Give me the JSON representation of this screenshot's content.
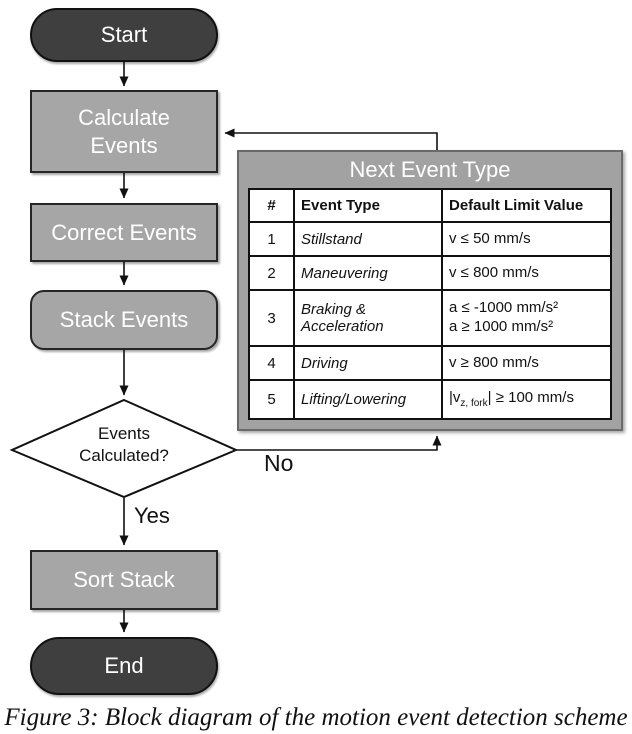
{
  "figure": {
    "caption": "Figure 3: Block diagram of the motion event detection scheme"
  },
  "flowchart": {
    "nodes": {
      "start": {
        "label": "Start"
      },
      "calculate": {
        "label": "Calculate\nEvents"
      },
      "correct": {
        "label": "Correct Events"
      },
      "stack": {
        "label": "Stack Events"
      },
      "decision": {
        "label": "Events\nCalculated?"
      },
      "sort": {
        "label": "Sort Stack"
      },
      "end": {
        "label": "End"
      }
    },
    "edge_labels": {
      "yes": "Yes",
      "no": "No"
    }
  },
  "table": {
    "title": "Next Event Type",
    "columns": [
      "#",
      "Event Type",
      "Default Limit Value"
    ],
    "rows": [
      {
        "num": "1",
        "event_type": "Stillstand",
        "limit_lines": [
          [
            {
              "t": "v ≤ 50 mm/s"
            }
          ]
        ]
      },
      {
        "num": "2",
        "event_type": "Maneuvering",
        "limit_lines": [
          [
            {
              "t": "v ≤ 800 mm/s"
            }
          ]
        ]
      },
      {
        "num": "3",
        "event_type": "Braking &\nAcceleration",
        "limit_lines": [
          [
            {
              "t": "a ≤ -1000 mm/s²"
            }
          ],
          [
            {
              "t": "a ≥ 1000 mm/s²"
            }
          ]
        ]
      },
      {
        "num": "4",
        "event_type": "Driving",
        "limit_lines": [
          [
            {
              "t": "v ≥ 800 mm/s"
            }
          ]
        ]
      },
      {
        "num": "5",
        "event_type": "Lifting/Lowering",
        "limit_lines": [
          [
            {
              "t": "|v"
            },
            {
              "t": "z, fork",
              "sub": true
            },
            {
              "t": "|  ≥ 100 mm/s"
            }
          ]
        ]
      }
    ]
  },
  "colors": {
    "node_dark": "#3f3f3f",
    "node_gray": "#a6a6a6",
    "table_frame": "#a2a2a2",
    "line": "#111111",
    "text_on_node": "#ffffff"
  }
}
